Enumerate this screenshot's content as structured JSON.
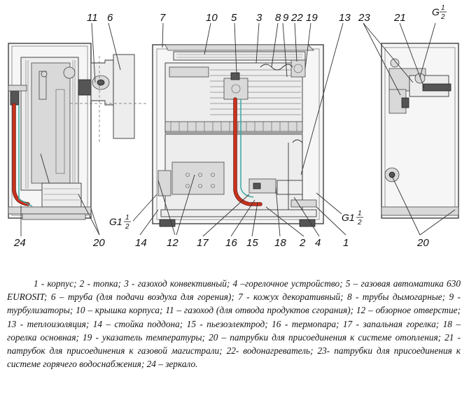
{
  "callouts": {
    "n11": "11",
    "n6": "6",
    "n7": "7",
    "n10": "10",
    "n5": "5",
    "n3": "3",
    "n8": "8",
    "n9": "9",
    "n22": "22",
    "n19": "19",
    "n13": "13",
    "n23": "23",
    "n21": "21",
    "n24": "24",
    "n20a": "20",
    "n14": "14",
    "n12": "12",
    "n17": "17",
    "n16": "16",
    "n15": "15",
    "n18": "18",
    "n2": "2",
    "n4": "4",
    "n1": "1",
    "n20b": "20"
  },
  "threads": {
    "g_top": "G",
    "g_top_num": "1",
    "g_top_den": "2",
    "g_left": "G1",
    "g_left_num": "1",
    "g_left_den": "2",
    "g_right": "G1",
    "g_right_num": "1",
    "g_right_den": "2"
  },
  "legend": "1 - корпус; 2 - топка;  3 - газоход конвективный; 4 –горелочное  устройство; 5 – газовая автоматика 630 EUROSIT; 6 – труба (для подачи воздуха для горения); 7 - кожух декоративный; 8 - трубы дымогарные; 9 - турбулизаторы; 10 – крышка корпуса; 11 – газоход (для отвода продуктов сгорания); 12 – обзорное отверстие; 13 - теплоизоляция; 14 – стойка поддона; 15 - пьезоэлектрод; 16 - термопара; 17 -  запальная горелка; 18 – горелка основная; 19 - указатель температуры; 20 – патрубки для присоединения к системе отопления; 21 - патрубок для присоединения к газовой магистрали; 22- водонагреватель; 23- патрубки для присоединения к системе горячего водоснабжения; 24 – зеркало."
}
